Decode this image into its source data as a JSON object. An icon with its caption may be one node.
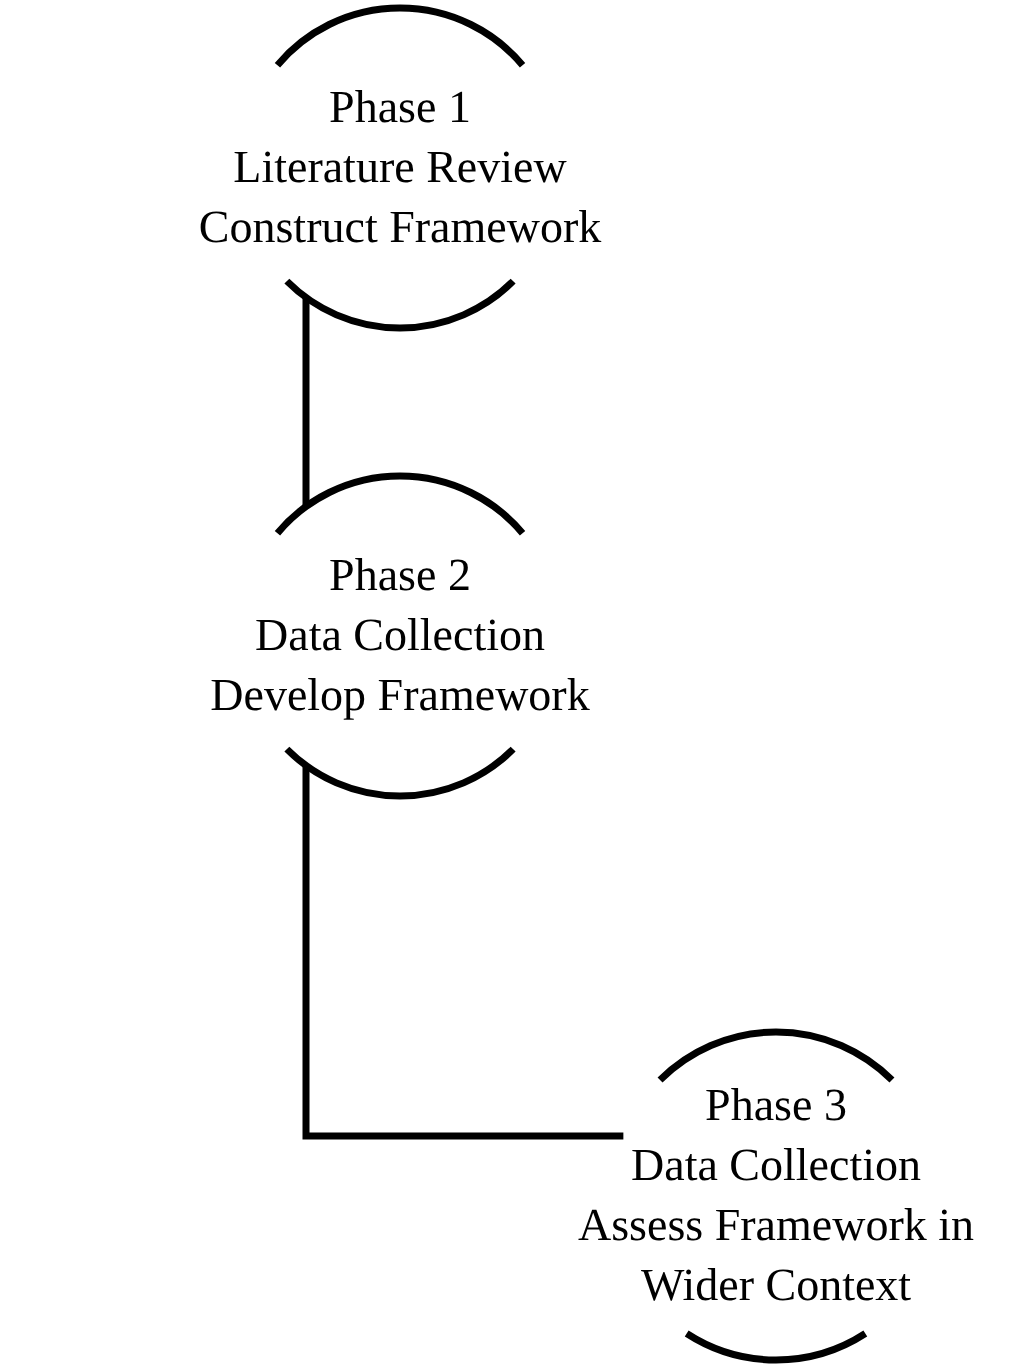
{
  "diagram": {
    "nodes": [
      {
        "text": [
          "Phase 1",
          "Literature Review",
          "Construct Framework"
        ]
      },
      {
        "text": [
          "Phase 2",
          "Data Collection",
          "Develop Framework"
        ]
      },
      {
        "text": [
          "Phase 3",
          "Data Collection",
          "Assess Framework in Wider Context"
        ]
      }
    ],
    "edges": [
      {
        "from": 0,
        "to": 1,
        "arrow": "none"
      },
      {
        "from": 1,
        "to": 2,
        "arrow": "none"
      }
    ]
  }
}
